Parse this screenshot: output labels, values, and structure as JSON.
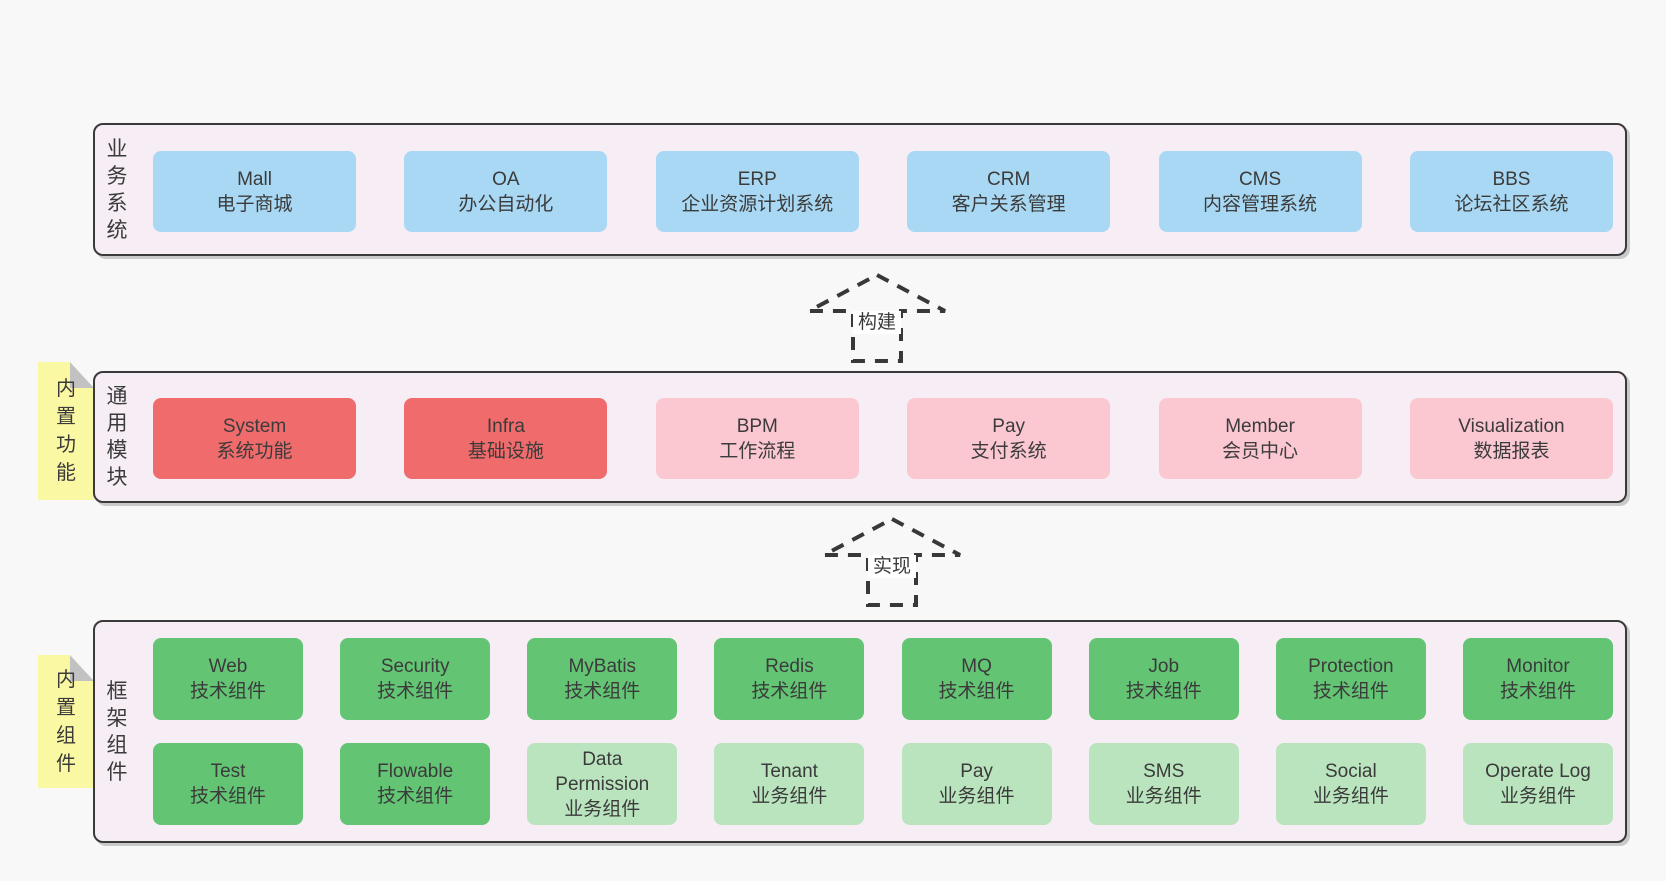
{
  "diagram": {
    "sections": [
      {
        "label": "业务系统",
        "boxes": [
          {
            "title": "Mall",
            "subtitle": "电子商城"
          },
          {
            "title": "OA",
            "subtitle": "办公自动化"
          },
          {
            "title": "ERP",
            "subtitle": "企业资源计划系统"
          },
          {
            "title": "CRM",
            "subtitle": "客户关系管理"
          },
          {
            "title": "CMS",
            "subtitle": "内容管理系统"
          },
          {
            "title": "BBS",
            "subtitle": "论坛社区系统"
          }
        ]
      },
      {
        "label": "通用模块",
        "note": "内置功能",
        "boxes": [
          {
            "title": "System",
            "subtitle": "系统功能"
          },
          {
            "title": "Infra",
            "subtitle": "基础设施"
          },
          {
            "title": "BPM",
            "subtitle": "工作流程"
          },
          {
            "title": "Pay",
            "subtitle": "支付系统"
          },
          {
            "title": "Member",
            "subtitle": "会员中心"
          },
          {
            "title": "Visualization",
            "subtitle": "数据报表"
          }
        ]
      },
      {
        "label": "框架组件",
        "note": "内置组件",
        "row1": [
          {
            "title": "Web",
            "subtitle": "技术组件"
          },
          {
            "title": "Security",
            "subtitle": "技术组件"
          },
          {
            "title": "MyBatis",
            "subtitle": "技术组件"
          },
          {
            "title": "Redis",
            "subtitle": "技术组件"
          },
          {
            "title": "MQ",
            "subtitle": "技术组件"
          },
          {
            "title": "Job",
            "subtitle": "技术组件"
          },
          {
            "title": "Protection",
            "subtitle": "技术组件"
          },
          {
            "title": "Monitor",
            "subtitle": "技术组件"
          }
        ],
        "row2": [
          {
            "title": "Test",
            "subtitle": "技术组件"
          },
          {
            "title": "Flowable",
            "subtitle": "技术组件"
          },
          {
            "title": "Data Permission",
            "subtitle": "业务组件"
          },
          {
            "title": "Tenant",
            "subtitle": "业务组件"
          },
          {
            "title": "Pay",
            "subtitle": "业务组件"
          },
          {
            "title": "SMS",
            "subtitle": "业务组件"
          },
          {
            "title": "Social",
            "subtitle": "业务组件"
          },
          {
            "title": "Operate Log",
            "subtitle": "业务组件"
          }
        ]
      }
    ],
    "arrows": [
      {
        "label": "构建"
      },
      {
        "label": "实现"
      }
    ],
    "colors": {
      "page_bg": "#f8f8f8",
      "section_bg": "#f7edf5",
      "section_border": "#3a3a3a",
      "blue": "#a8d8f3",
      "red": "#f06b6b",
      "pink": "#fbc8d2",
      "green": "#63c474",
      "light_green": "#b9e4bd",
      "note_yellow": "#fbf8a4",
      "note_fold": "#c2c2c2",
      "text": "#3b3b3b"
    }
  }
}
